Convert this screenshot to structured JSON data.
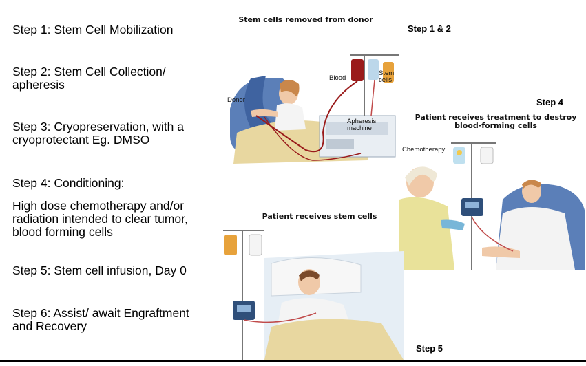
{
  "steps": [
    "Step 1: Stem Cell Mobilization",
    "Step 2: Stem Cell Collection/ apheresis",
    "Step 3: Cryopreservation, with a cryoprotectant Eg. DMSO",
    "Step 4: Conditioning:",
    "High dose chemotherapy and/or radiation intended to clear tumor, blood forming cells",
    "Step 5: Stem cell infusion, Day 0",
    "Step 6: Assist/ await Engraftment and Recovery"
  ],
  "labels": {
    "step12": "Step 1 & 2",
    "step4": "Step 4",
    "step5": "Step 5"
  },
  "panel_apheresis": {
    "title": "Stem cells removed from donor",
    "donor": "Donor",
    "blood": "Blood",
    "stem_cells": "Stem cells",
    "machine": "Apheresis machine"
  },
  "panel_chemo": {
    "title": "Patient receives treatment to destroy blood-forming cells",
    "chemotherapy": "Chemotherapy"
  },
  "panel_infusion": {
    "title": "Patient receives stem cells"
  },
  "colors": {
    "chair": "#5b7fb8",
    "blanket": "#e8d7a0",
    "blood": "#9a1b1b",
    "stem": "#e7a23b",
    "skin": "#f0c9a8",
    "pump": "#2f4f7a"
  }
}
